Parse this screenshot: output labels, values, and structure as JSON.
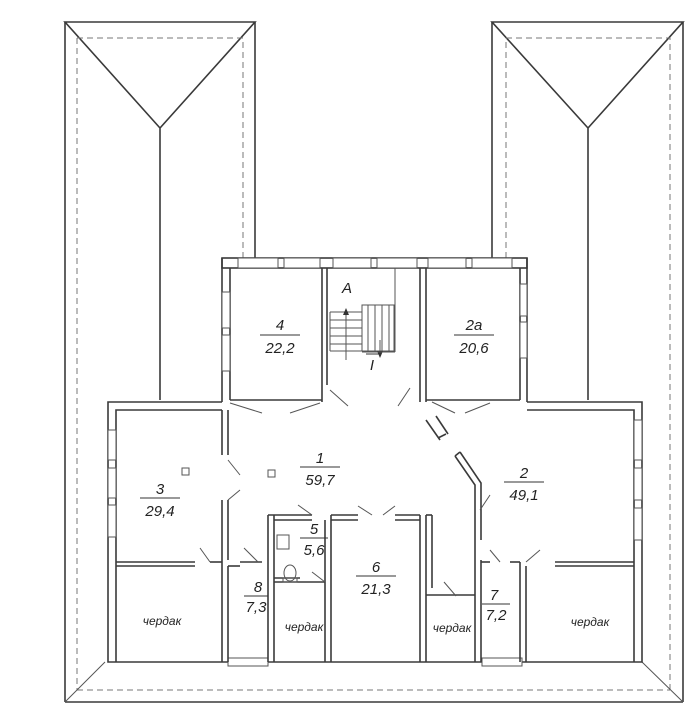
{
  "plan": {
    "section_label": "А",
    "stair_label": "I",
    "rooms": [
      {
        "id": "4",
        "num": "4",
        "area": "22,2"
      },
      {
        "id": "2a",
        "num": "2а",
        "area": "20,6"
      },
      {
        "id": "1",
        "num": "1",
        "area": "59,7"
      },
      {
        "id": "3",
        "num": "3",
        "area": "29,4"
      },
      {
        "id": "2",
        "num": "2",
        "area": "49,1"
      },
      {
        "id": "5",
        "num": "5",
        "area": "5,6"
      },
      {
        "id": "6",
        "num": "6",
        "area": "21,3"
      },
      {
        "id": "8",
        "num": "8",
        "area": "7,3"
      },
      {
        "id": "7",
        "num": "7",
        "area": "7,2"
      }
    ],
    "attic_label": "чердак"
  }
}
